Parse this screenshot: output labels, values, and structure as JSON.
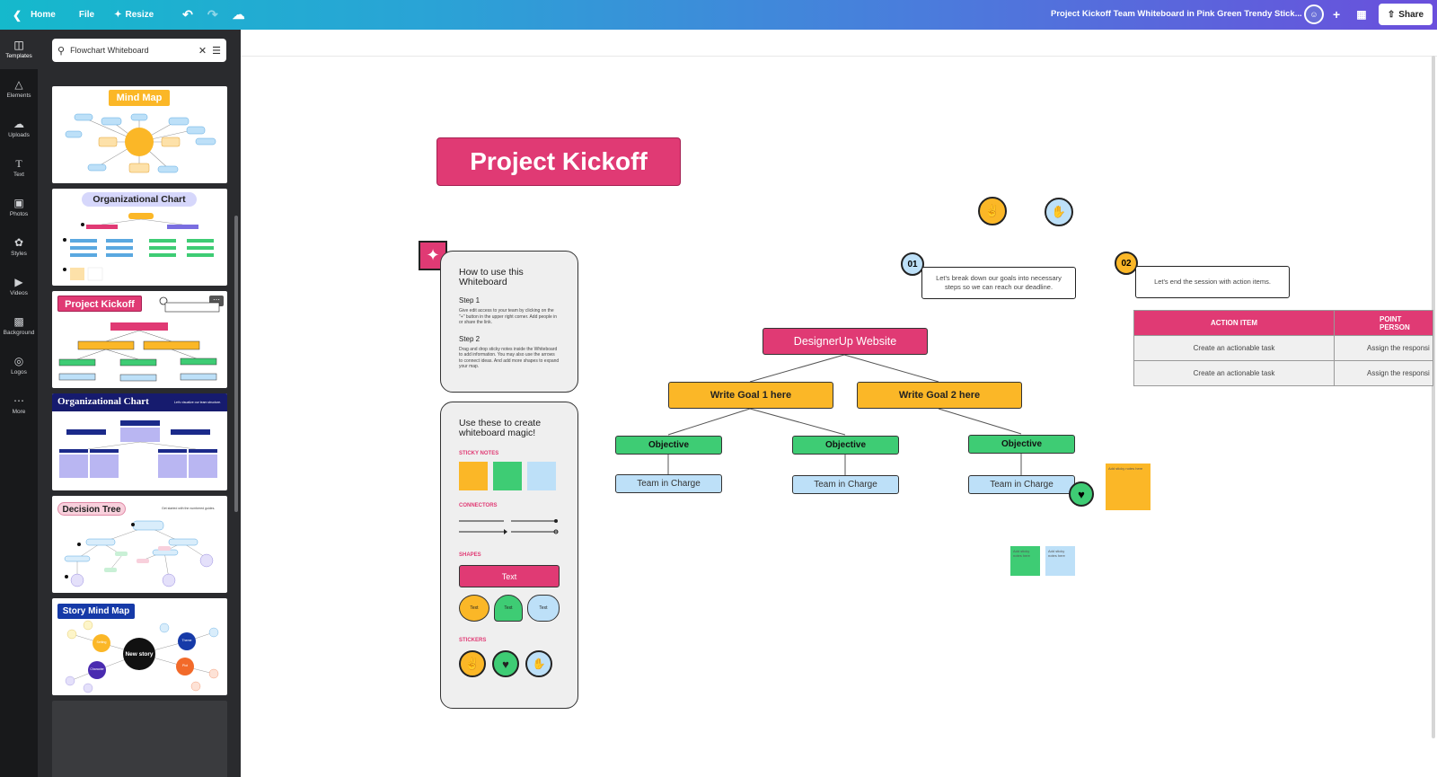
{
  "topbar": {
    "home_label": "Home",
    "file_label": "File",
    "resize_label": "Resize",
    "doc_title": "Project Kickoff Team Whiteboard in Pink Green Trendy Stick...",
    "share_label": "Share"
  },
  "rail": {
    "items": [
      {
        "label": "Templates",
        "icon": "templates-icon"
      },
      {
        "label": "Elements",
        "icon": "elements-icon"
      },
      {
        "label": "Uploads",
        "icon": "uploads-icon"
      },
      {
        "label": "Text",
        "icon": "text-icon"
      },
      {
        "label": "Photos",
        "icon": "photos-icon"
      },
      {
        "label": "Styles",
        "icon": "styles-icon"
      },
      {
        "label": "Videos",
        "icon": "videos-icon"
      },
      {
        "label": "Background",
        "icon": "background-icon"
      },
      {
        "label": "Logos",
        "icon": "logos-icon"
      },
      {
        "label": "More",
        "icon": "more-icon"
      }
    ]
  },
  "search": {
    "value": "Flowchart Whiteboard"
  },
  "templates": [
    {
      "title": "Mind Map"
    },
    {
      "title": "Organizational Chart"
    },
    {
      "title": "Project Kickoff"
    },
    {
      "title": "Organizational Chart",
      "subtitle": "Let's visualize our team structure."
    },
    {
      "title": "Decision Tree",
      "subtitle": "Get started with the numbered guides."
    },
    {
      "title": "Story Mind Map",
      "center": "New story",
      "nodes": [
        "Setting",
        "Theme",
        "Character",
        "Plot"
      ]
    }
  ],
  "board": {
    "title": "Project Kickoff",
    "howto": {
      "heading": "How to use this Whiteboard",
      "step1_title": "Step 1",
      "step1_text": "Give edit access to your team by clicking on the \"+\" button in the upper right corner. Add people in or share the link.",
      "step2_title": "Step 2",
      "step2_text": "Drag and drop sticky notes inside the Whiteboard to add information. You may also use the arrows to connect ideas. And add more shapes to expand your map."
    },
    "magic": {
      "heading": "Use these to create whiteboard magic!",
      "sticky_label": "STICKY NOTES",
      "connectors_label": "CONNECTORS",
      "shapes_label": "SHAPES",
      "stickers_label": "STICKERS",
      "shape_text": "Text",
      "small_text": "Text"
    },
    "root": "DesignerUp Website",
    "goal1": "Write Goal 1 here",
    "goal2": "Write Goal 2 here",
    "objective": "Objective",
    "team": "Team in Charge",
    "step01_num": "01",
    "step01_text": "Let's break down our goals into necessary steps so we can reach our deadline.",
    "step02_num": "02",
    "step02_text": "Let's end the session with action items.",
    "table": {
      "headers": [
        "ACTION ITEM",
        "POINT PERSON"
      ],
      "rows": [
        [
          "Create an actionable task",
          "Assign the responsi"
        ],
        [
          "Create an actionable task",
          "Assign the responsi"
        ]
      ]
    },
    "sticky_note_text": "Add sticky notes here"
  },
  "colors": {
    "pink": "#e03a74",
    "yellow": "#fbb727",
    "green": "#3ecc74",
    "blue": "#bde0f8"
  }
}
